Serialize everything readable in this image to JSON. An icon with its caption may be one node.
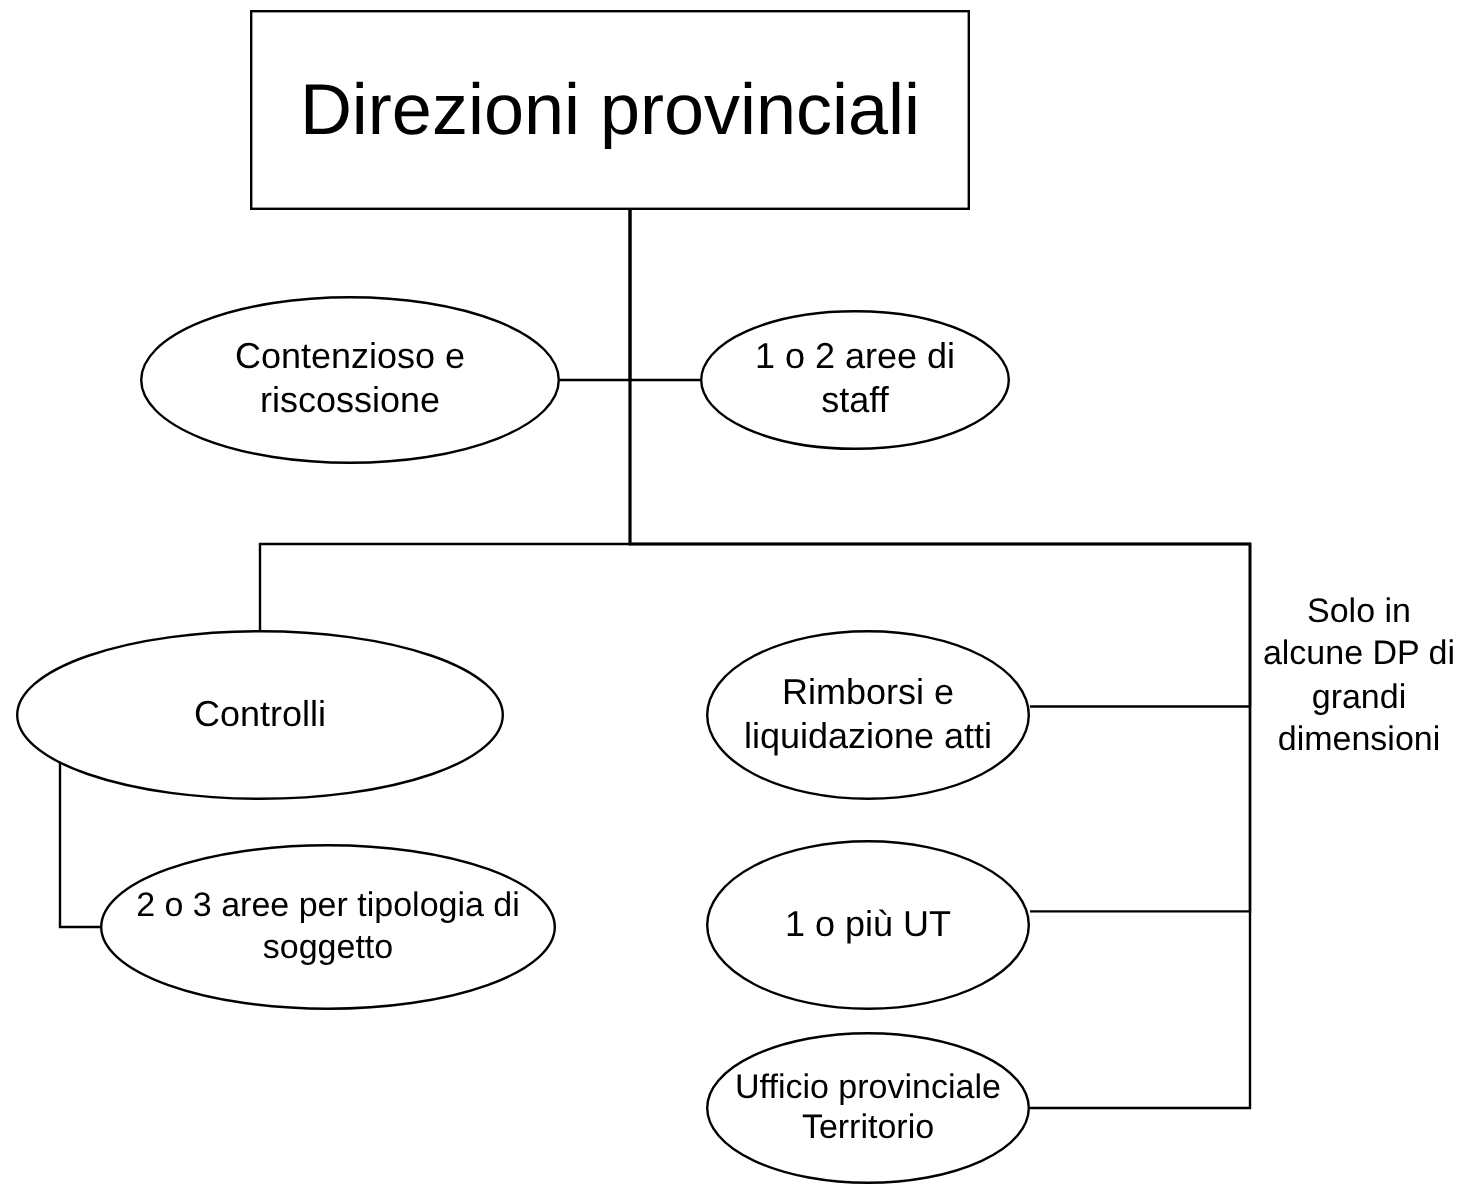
{
  "diagram": {
    "nodes": [
      {
        "text": [
          "Direzioni provinciali"
        ]
      },
      {
        "text": [
          "Contenzioso e riscossione"
        ]
      },
      {
        "text": [
          "1 o 2 aree di staff"
        ]
      },
      {
        "text": [
          "Controlli"
        ]
      },
      {
        "text": [
          "2 o 3 aree per tipologia di soggetto"
        ]
      },
      {
        "text": [
          "Rimborsi e liquidazione atti"
        ]
      },
      {
        "text": [
          "1 o più UT"
        ]
      },
      {
        "text": [
          "Ufficio provinciale Territorio"
        ]
      }
    ],
    "edges": [
      {
        "from": 0,
        "to": 1,
        "arrow": "none"
      },
      {
        "from": 0,
        "to": 2,
        "arrow": "none"
      },
      {
        "from": 0,
        "to": 3,
        "arrow": "none"
      },
      {
        "from": 3,
        "to": 4,
        "arrow": "none"
      },
      {
        "from": 0,
        "to": 5,
        "arrow": "none"
      },
      {
        "from": 0,
        "to": 6,
        "arrow": "none"
      },
      {
        "from": 0,
        "to": 7,
        "arrow": "none"
      }
    ],
    "labels": [
      "Solo in alcune DP di grandi dimensioni"
    ]
  }
}
